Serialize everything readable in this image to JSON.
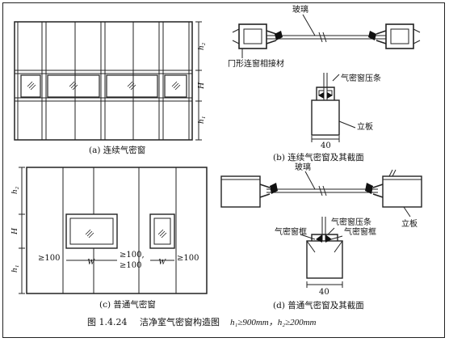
{
  "panel_a": {
    "caption": "(a) 连续气密窗",
    "dims": {
      "h2": "h₂",
      "H": "H",
      "h1": "h₁"
    }
  },
  "panel_b": {
    "caption": "(b) 连续气密窗及其截面",
    "glass": "玻璃",
    "connector": "冂形连窗相接材",
    "strip": "气密窗压条",
    "board": "立板",
    "width": "40"
  },
  "panel_c": {
    "caption": "(c) 普通气密窗",
    "dims": {
      "h2": "h₂",
      "H": "H",
      "h1": "h₁",
      "W1": "W",
      "W2": "W"
    },
    "min1": "≥100",
    "min2": "≥100,",
    "min2b": "≥100",
    "min3": "≥100"
  },
  "panel_d": {
    "caption": "(d) 普通气密窗及其截面",
    "glass": "玻璃",
    "board": "立板",
    "strip": "气密窗压条",
    "frame1": "气密窗框",
    "frame2": "气密窗框",
    "width": "40"
  },
  "figure_caption": {
    "label": "图 1.4.24",
    "text": "洁净室气密窗构造图",
    "cond": "h₁≥900mm，h₂≥200mm"
  }
}
